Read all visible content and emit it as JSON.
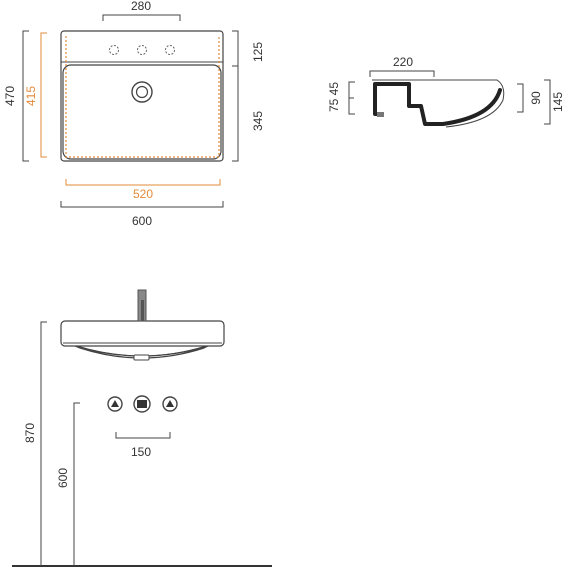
{
  "top_view": {
    "tap_span": "280",
    "depth_total": "470",
    "depth_inner": "415",
    "back_depth": "125",
    "front_depth": "345",
    "inner_width": "520",
    "outer_width": "600"
  },
  "side_section": {
    "drain_width": "220",
    "rim_heights": "75 45",
    "basin_height": "90",
    "total_height": "145"
  },
  "front_view": {
    "install_height": "870",
    "outlet_height": "600",
    "outlet_spacing": "150"
  },
  "colors": {
    "line": "#444444",
    "accent": "#e38b3a"
  }
}
